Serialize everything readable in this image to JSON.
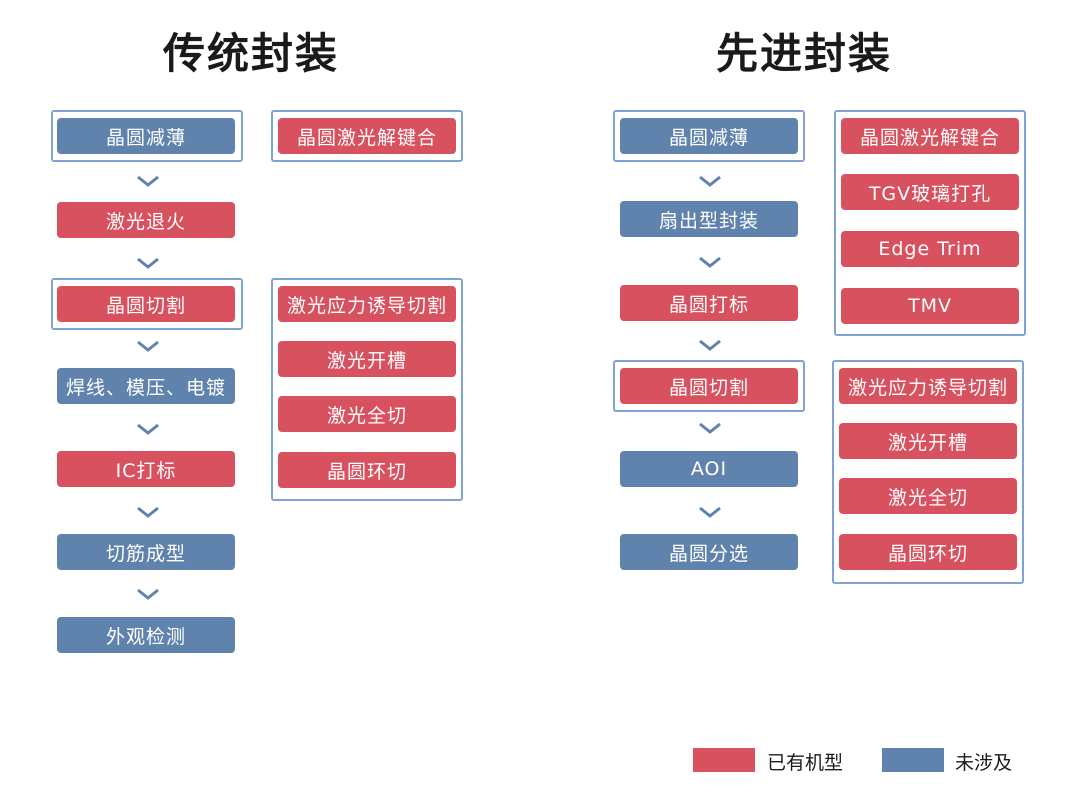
{
  "left": {
    "title": "传统封装",
    "steps": [
      "晶圆减薄",
      "激光退火",
      "晶圆切割",
      "焊线、模压、电镀",
      "IC打标",
      "切筋成型",
      "外观检测"
    ],
    "group1": [
      "晶圆激光解键合"
    ],
    "group2": [
      "激光应力诱导切割",
      "激光开槽",
      "激光全切",
      "晶圆环切"
    ]
  },
  "right": {
    "title": "先进封装",
    "steps": [
      "晶圆减薄",
      "扇出型封装",
      "晶圆打标",
      "晶圆切割",
      "AOI",
      "晶圆分选"
    ],
    "group1": [
      "晶圆激光解键合",
      "TGV玻璃打孔",
      "Edge Trim",
      "TMV"
    ],
    "group2": [
      "激光应力诱导切割",
      "激光开槽",
      "激光全切",
      "晶圆环切"
    ]
  },
  "legend": {
    "existing": "已有机型",
    "not_involved": "未涉及"
  },
  "colors": {
    "existing": "#d7515f",
    "not_involved": "#5f83ad",
    "frame": "#7fa3d3",
    "chevron": "#5f83ad"
  }
}
